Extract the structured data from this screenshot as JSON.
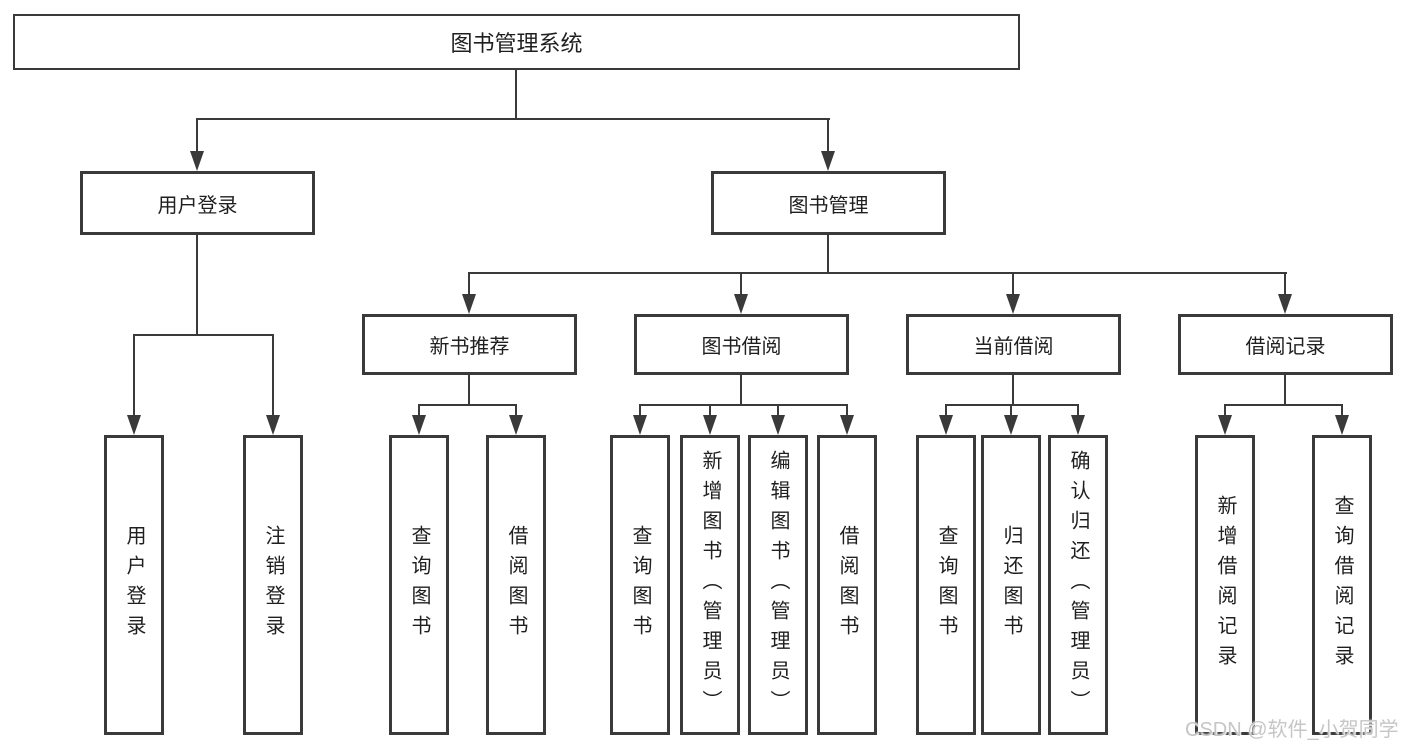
{
  "diagram": {
    "title": "图书管理系统",
    "root": {
      "label": "图书管理系统"
    },
    "level2": [
      {
        "label": "用户登录"
      },
      {
        "label": "图书管理"
      }
    ],
    "level3": [
      {
        "label": "新书推荐"
      },
      {
        "label": "图书借阅"
      },
      {
        "label": "当前借阅"
      },
      {
        "label": "借阅记录"
      }
    ],
    "leaves": {
      "user_login": [
        "用户登录",
        "注销登录"
      ],
      "new_book": [
        "查询图书",
        "借阅图书"
      ],
      "book_borrow": [
        "查询图书",
        "新增图书（管理员）",
        "编辑图书（管理员）",
        "借阅图书"
      ],
      "current_borrow": [
        "查询图书",
        "归还图书",
        "确认归还（管理员）"
      ],
      "borrow_record": [
        "新增借阅记录",
        "查询借阅记录"
      ]
    }
  },
  "watermark": {
    "text": "CSDN @软件_小贺同学"
  },
  "colors": {
    "line": "#3a3a3a",
    "text": "#1f1f1f",
    "background": "#ffffff",
    "watermark": "#c6c6c6"
  }
}
